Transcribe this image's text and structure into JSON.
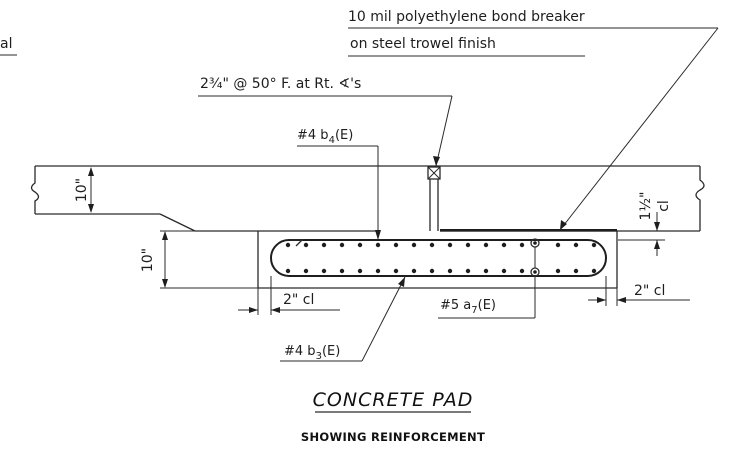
{
  "labels": {
    "bond_breaker_line1": "10 mil polyethylene bond breaker",
    "bond_breaker_line2": "on steel trowel finish",
    "left_cut_text": "al",
    "joint_spacing": "2³⁄₄\" @ 50° F. at Rt. ∢'s",
    "bar_b4_prefix": "#4 b",
    "bar_b4_sub": "4",
    "bar_b4_suffix": "(E)",
    "bar_b3_prefix": "#4 b",
    "bar_b3_sub": "3",
    "bar_b3_suffix": "(E)",
    "bar_a7_prefix": "#5 a",
    "bar_a7_sub": "7",
    "bar_a7_suffix": "(E)",
    "dim_slab_thickness": "10\"",
    "dim_pad_thickness": "10\"",
    "dim_clear_left": "2\" cl",
    "dim_clear_right": "2\" cl",
    "dim_clear_top_num": "1½\"",
    "dim_clear_top_unit": "cl"
  },
  "title": {
    "main": "CONCRETE PAD",
    "sub": "SHOWING REINFORCEMENT"
  },
  "colors": {
    "ink": "#1e1e1e",
    "paper": "#ffffff"
  }
}
